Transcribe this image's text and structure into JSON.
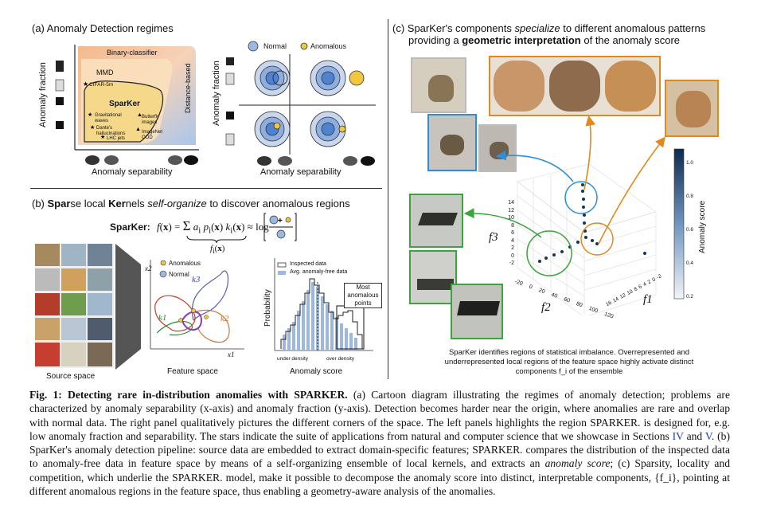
{
  "panel_a": {
    "title": "(a)   Anomaly Detection regimes",
    "left_diagram": {
      "ylabel": "Anomaly fraction",
      "xlabel": "Anomaly separability",
      "binary_classifier": "Binary-classifier",
      "mmd": "MMD",
      "cifar": "CIFAR-5m",
      "sparker": "SparKer",
      "distance_based": "Distance-based",
      "grav_waves": "Gravitational waves",
      "butterfly": "Butterfly images",
      "dante": "Dante's hallucinations",
      "imagenet": "ImageNet OOD",
      "lhc": "LHC jets"
    },
    "right_diagram": {
      "ylabel": "Anomaly fraction",
      "xlabel": "Anomaly separability",
      "legend_normal": "Normal",
      "legend_anomalous": "Anomalous"
    }
  },
  "panel_b": {
    "title_prefix": "(b)   ",
    "title_sp": "Spar",
    "title_mid": "se local ",
    "title_ker": "Ker",
    "title_rest": "nels ",
    "title_italic": "self-organize",
    "title_end": " to discover anomalous regions",
    "sparker_label": "SparKer:",
    "formula": "f(x) = Σ a_i p_i(x) k_i(x) ≈ log[ (●+●) / ● ]",
    "fi_label": "f_i(x)",
    "source_space": "Source space",
    "feature_space": "Feature space",
    "feature_legend_anomalous": "Anomalous",
    "feature_legend_normal": "Normal",
    "k1": "k1",
    "k2": "k2",
    "k3": "k3",
    "x1": "x1",
    "x2": "x2",
    "hist_ylabel": "Probability",
    "hist_legend_inspected": "Inspected data",
    "hist_legend_free": "Avg. anomaly-free data",
    "most_anomalous": "Most anomalous points",
    "under_density": "under density",
    "over_density": "over density",
    "anomaly_score": "Anomaly score"
  },
  "panel_c": {
    "title_line1_a": "(c)   SparKer's components ",
    "title_line1_italic": "specialize",
    "title_line1_b": " to different anomalous patterns",
    "title_line2_a": "providing a ",
    "title_line2_bold": "geometric interpretation",
    "title_line2_b": " of the anomaly score",
    "colorbar_label": "Anomaly score",
    "colorbar_ticks": [
      "1.0",
      "0.8",
      "0.6",
      "0.4",
      "0.2"
    ],
    "f3_ticks": [
      "14",
      "12",
      "10",
      "8",
      "6",
      "4",
      "2",
      "0",
      "-2"
    ],
    "f2_ticks": [
      "-20",
      "0",
      "20",
      "40",
      "60",
      "80",
      "100",
      "120"
    ],
    "f1_ticks": [
      "16",
      "14",
      "12",
      "10",
      "8",
      "6",
      "4",
      "2",
      "0",
      "-2"
    ],
    "f1": "f1",
    "f2": "f2",
    "f3": "f3",
    "note": "SparKer identifies regions of statistical imbalance. Overrepresented and underrepresented local regions of the feature space highly activate distinct components f_i of the ensemble"
  },
  "caption": {
    "label": "Fig. 1: Detecting rare in-distribution anomalies with SPARKER.",
    "text_1": " (a) Cartoon diagram illustrating the regimes of anomaly detection; problems are characterized by anomaly separability (x-axis) and anomaly fraction (y-axis). Detection becomes harder near the origin, where anomalies are rare and overlap with normal data. The right panel qualitatively pictures the different corners of the space. The left panels highlights the region SPARKER. is designed for, e.g. low anomaly fraction and separability. The stars indicate the suite of applications from natural and computer science that we showcase in Sections ",
    "ref_iv": "IV",
    "and": " and ",
    "ref_v": "V",
    "text_2": ". (b) SparKer's anomaly detection pipeline: source data are embedded to extract domain-specific features; SPARKER. compares the distribution of the inspected data to anomaly-free data in feature space by means of a self-organizing ensemble of local kernels, and extracts an ",
    "anomaly_score_italic": "anomaly score",
    "text_3": "; (c) Sparsity, locality and competition, which underlie the SPARKER. model, make it possible to decompose the anomaly score into distinct, interpretable components, {f_i}, pointing at different anomalous regions in the feature space, thus enabling a geometry-aware analysis of the anomalies."
  },
  "colors": {
    "orange": "#e08a1e",
    "blue": "#2d8fd6",
    "green": "#3aa53a",
    "navy": "#12355b",
    "link": "#1f3fbf"
  }
}
